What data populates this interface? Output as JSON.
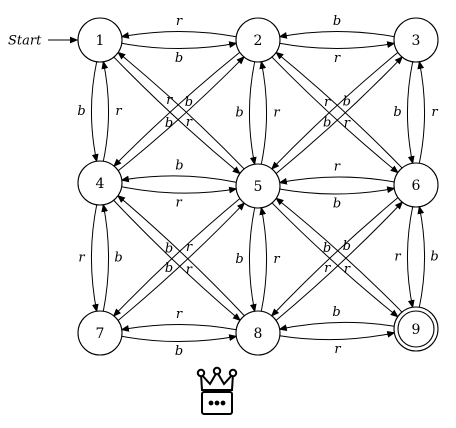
{
  "start_label": "Start",
  "start_node": "1",
  "nodes": [
    {
      "id": "1",
      "label": "1",
      "accepting": false
    },
    {
      "id": "2",
      "label": "2",
      "accepting": false
    },
    {
      "id": "3",
      "label": "3",
      "accepting": false
    },
    {
      "id": "4",
      "label": "4",
      "accepting": false
    },
    {
      "id": "5",
      "label": "5",
      "accepting": false
    },
    {
      "id": "6",
      "label": "6",
      "accepting": false
    },
    {
      "id": "7",
      "label": "7",
      "accepting": false
    },
    {
      "id": "8",
      "label": "8",
      "accepting": false
    },
    {
      "id": "9",
      "label": "9",
      "accepting": true
    }
  ],
  "edges": [
    {
      "from": "1",
      "to": "2",
      "label": "b"
    },
    {
      "from": "2",
      "to": "1",
      "label": "r"
    },
    {
      "from": "2",
      "to": "3",
      "label": "r"
    },
    {
      "from": "3",
      "to": "2",
      "label": "b"
    },
    {
      "from": "1",
      "to": "4",
      "label": "b"
    },
    {
      "from": "4",
      "to": "1",
      "label": "r"
    },
    {
      "from": "2",
      "to": "5",
      "label": "b"
    },
    {
      "from": "5",
      "to": "2",
      "label": "r"
    },
    {
      "from": "3",
      "to": "6",
      "label": "b"
    },
    {
      "from": "6",
      "to": "3",
      "label": "r"
    },
    {
      "from": "1",
      "to": "5",
      "label": "b"
    },
    {
      "from": "5",
      "to": "1",
      "label": "b"
    },
    {
      "from": "2",
      "to": "4",
      "label": "r"
    },
    {
      "from": "4",
      "to": "2",
      "label": "r"
    },
    {
      "from": "2",
      "to": "6",
      "label": "b"
    },
    {
      "from": "6",
      "to": "2",
      "label": "b"
    },
    {
      "from": "3",
      "to": "5",
      "label": "r"
    },
    {
      "from": "5",
      "to": "3",
      "label": "r"
    },
    {
      "from": "5",
      "to": "4",
      "label": "b"
    },
    {
      "from": "4",
      "to": "5",
      "label": "r"
    },
    {
      "from": "6",
      "to": "5",
      "label": "r"
    },
    {
      "from": "5",
      "to": "6",
      "label": "b"
    },
    {
      "from": "4",
      "to": "7",
      "label": "r"
    },
    {
      "from": "7",
      "to": "4",
      "label": "b"
    },
    {
      "from": "5",
      "to": "8",
      "label": "b"
    },
    {
      "from": "8",
      "to": "5",
      "label": "r"
    },
    {
      "from": "6",
      "to": "9",
      "label": "r"
    },
    {
      "from": "9",
      "to": "6",
      "label": "b"
    },
    {
      "from": "4",
      "to": "8",
      "label": "b"
    },
    {
      "from": "8",
      "to": "4",
      "label": "r"
    },
    {
      "from": "5",
      "to": "7",
      "label": "b"
    },
    {
      "from": "7",
      "to": "5",
      "label": "r"
    },
    {
      "from": "5",
      "to": "9",
      "label": "r"
    },
    {
      "from": "9",
      "to": "5",
      "label": "b"
    },
    {
      "from": "6",
      "to": "8",
      "label": "b"
    },
    {
      "from": "8",
      "to": "6",
      "label": "r"
    },
    {
      "from": "8",
      "to": "7",
      "label": "r"
    },
    {
      "from": "7",
      "to": "8",
      "label": "b"
    },
    {
      "from": "9",
      "to": "8",
      "label": "b"
    },
    {
      "from": "8",
      "to": "9",
      "label": "r"
    }
  ],
  "icons": {
    "crown": "crown-icon"
  }
}
